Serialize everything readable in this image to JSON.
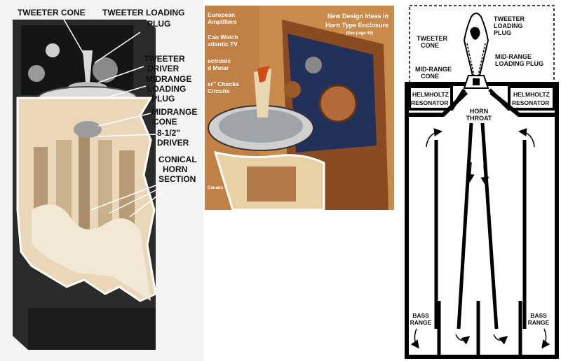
{
  "left_photo": {
    "labels": {
      "tweeter_cone": "TWEETER CONE",
      "tweeter_loading_plug_1": "TWEETER LOADING",
      "tweeter_loading_plug_2": "PLUG",
      "tweeter_driver_1": "TWEETER",
      "tweeter_driver_2": "DRIVER",
      "midrange_loading_plug_1": "MIDRANGE",
      "midrange_loading_plug_2": "LOADING",
      "midrange_loading_plug_3": "PLUG",
      "midrange_cone_1": "MIDRANGE",
      "midrange_cone_2": "CONE",
      "driver_1": "8-1/2\"",
      "driver_2": "DRIVER",
      "conical_horn_1": "CONICAL",
      "conical_horn_2": "HORN",
      "conical_horn_3": "SECTION"
    }
  },
  "magazine_cover": {
    "sidebar_lines": [
      "European",
      "Amplifiers",
      "",
      "Can Watch",
      "atlantic TV",
      "",
      "ectronic",
      "d Meter",
      "",
      "er\" Checks",
      "Circuits"
    ],
    "headline_1": "New Design Ideas in",
    "headline_2": "Horn Type Enclosure",
    "subline": "(See page 49)",
    "footer": "Canada",
    "colors": {
      "background": "#c98a4c",
      "wood": "#8a4a22",
      "panel": "#23305a"
    }
  },
  "diagram": {
    "labels": {
      "tweeter_loading_1": "TWEETER",
      "tweeter_loading_2": "LOADING",
      "tweeter_loading_3": "PLUG",
      "tweeter_cone_1": "TWEETER",
      "tweeter_cone_2": "CONE",
      "mid_range_loading_1": "MID-RANGE",
      "mid_range_loading_2": "LOADING PLUG",
      "mid_range_cone_1": "MID-RANGE",
      "mid_range_cone_2": "CONE",
      "helmholtz_left_1": "HELMHOLTZ",
      "helmholtz_left_2": "RESONATOR",
      "helmholtz_right_1": "HELMHOLTZ",
      "helmholtz_right_2": "RESONATOR",
      "horn_throat_1": "HORN",
      "horn_throat_2": "THROAT",
      "bass_left_1": "BASS",
      "bass_left_2": "RANGE",
      "bass_right_1": "BASS",
      "bass_right_2": "RANGE"
    }
  }
}
